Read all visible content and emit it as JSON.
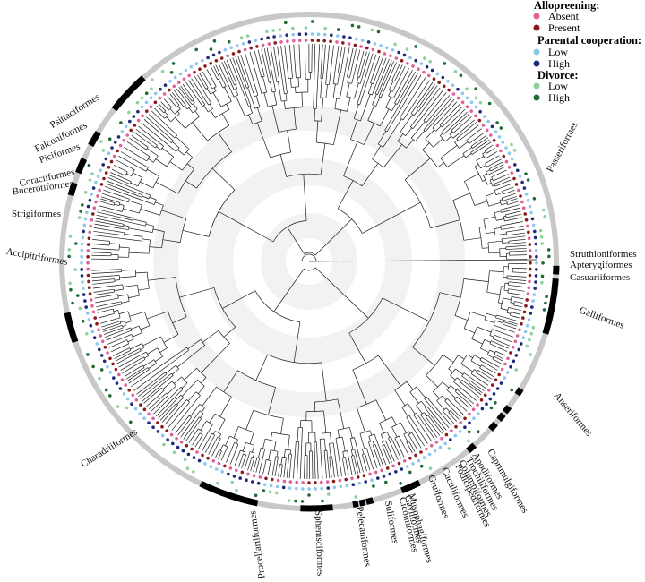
{
  "legend": {
    "allopreening": {
      "title": "Allopreening:",
      "items": [
        {
          "label": "Absent",
          "color": "#e0609a"
        },
        {
          "label": "Present",
          "color": "#8b1a1a"
        }
      ]
    },
    "parental_cooperation": {
      "title": "Parental cooperation:",
      "items": [
        {
          "label": "Low",
          "color": "#8cc8ee"
        },
        {
          "label": "High",
          "color": "#1f2a7a"
        }
      ]
    },
    "divorce": {
      "title": "Divorce:",
      "items": [
        {
          "label": "Low",
          "color": "#8fd19a"
        },
        {
          "label": "High",
          "color": "#1f6b33"
        }
      ]
    }
  },
  "orders": [
    {
      "name": "Passeriformes"
    },
    {
      "name": "Struthioniformes"
    },
    {
      "name": "Apterygiformes"
    },
    {
      "name": "Casuariiformes"
    },
    {
      "name": "Galliformes"
    },
    {
      "name": "Anseriformes"
    },
    {
      "name": "Caprimulgiformes"
    },
    {
      "name": "Apodiformes"
    },
    {
      "name": "Trochiliformes"
    },
    {
      "name": "Columbiformes"
    },
    {
      "name": "Podicipediformes"
    },
    {
      "name": "Cuculiformes"
    },
    {
      "name": "Gruiformes"
    },
    {
      "name": "Musophagiformes"
    },
    {
      "name": "Gaviiformes"
    },
    {
      "name": "Ciconiiformes"
    },
    {
      "name": "Suliformes"
    },
    {
      "name": "Pelecaniformes"
    },
    {
      "name": "Sphenisciformes"
    },
    {
      "name": "Procellariiformes"
    },
    {
      "name": "Charadriiformes"
    },
    {
      "name": "Accipitriformes"
    },
    {
      "name": "Strigiformes"
    },
    {
      "name": "Bucerotiformes"
    },
    {
      "name": "Coraciiformes"
    },
    {
      "name": "Piciformes"
    },
    {
      "name": "Falconiformes"
    },
    {
      "name": "Psittaciformes"
    }
  ],
  "colors": {
    "outer_ring": "#c8c8c8",
    "order_band": "#000000",
    "branch": "#1a1a1a",
    "background_rings": "#f2f2f2"
  }
}
